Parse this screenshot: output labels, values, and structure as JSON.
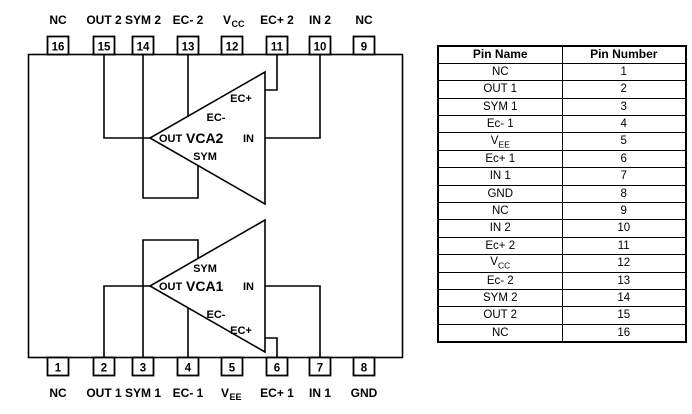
{
  "diagram": {
    "top_labels": [
      {
        "text": "NC"
      },
      {
        "text": "OUT 2"
      },
      {
        "text": "SYM 2"
      },
      {
        "text": "EC- 2"
      },
      {
        "text": "V",
        "sub": "CC"
      },
      {
        "text": "EC+ 2"
      },
      {
        "text": "IN 2"
      },
      {
        "text": "NC"
      }
    ],
    "top_pin_numbers": [
      "16",
      "15",
      "14",
      "13",
      "12",
      "11",
      "10",
      "9"
    ],
    "bottom_pin_numbers": [
      "1",
      "2",
      "3",
      "4",
      "5",
      "6",
      "7",
      "8"
    ],
    "bottom_labels": [
      {
        "text": "NC"
      },
      {
        "text": "OUT 1"
      },
      {
        "text": "SYM 1"
      },
      {
        "text": "EC- 1"
      },
      {
        "text": "V",
        "sub": "EE"
      },
      {
        "text": "EC+ 1"
      },
      {
        "text": "IN 1"
      },
      {
        "text": "GND"
      }
    ],
    "vca2": {
      "name": "VCA2",
      "out": "OUT",
      "in": "IN",
      "sym": "SYM",
      "ec_plus": "EC+",
      "ec_minus": "EC-"
    },
    "vca1": {
      "name": "VCA1",
      "out": "OUT",
      "in": "IN",
      "sym": "SYM",
      "ec_plus": "EC+",
      "ec_minus": "EC-"
    }
  },
  "table": {
    "headers": [
      "Pin Name",
      "Pin Number"
    ],
    "rows": [
      {
        "name": "NC",
        "sub": "",
        "number": "1"
      },
      {
        "name": "OUT 1",
        "sub": "",
        "number": "2"
      },
      {
        "name": "SYM 1",
        "sub": "",
        "number": "3"
      },
      {
        "name": "Ec- 1",
        "sub": "",
        "number": "4"
      },
      {
        "name": "V",
        "sub": "EE",
        "number": "5"
      },
      {
        "name": "Ec+ 1",
        "sub": "",
        "number": "6"
      },
      {
        "name": "IN 1",
        "sub": "",
        "number": "7"
      },
      {
        "name": "GND",
        "sub": "",
        "number": "8"
      },
      {
        "name": "NC",
        "sub": "",
        "number": "9"
      },
      {
        "name": "IN 2",
        "sub": "",
        "number": "10"
      },
      {
        "name": "Ec+ 2",
        "sub": "",
        "number": "11"
      },
      {
        "name": "V",
        "sub": "CC",
        "number": "12"
      },
      {
        "name": "Ec- 2",
        "sub": "",
        "number": "13"
      },
      {
        "name": "SYM 2",
        "sub": "",
        "number": "14"
      },
      {
        "name": "OUT 2",
        "sub": "",
        "number": "15"
      },
      {
        "name": "NC",
        "sub": "",
        "number": "16"
      }
    ]
  },
  "colors": {
    "line": "#000000",
    "background": "#ffffff"
  }
}
